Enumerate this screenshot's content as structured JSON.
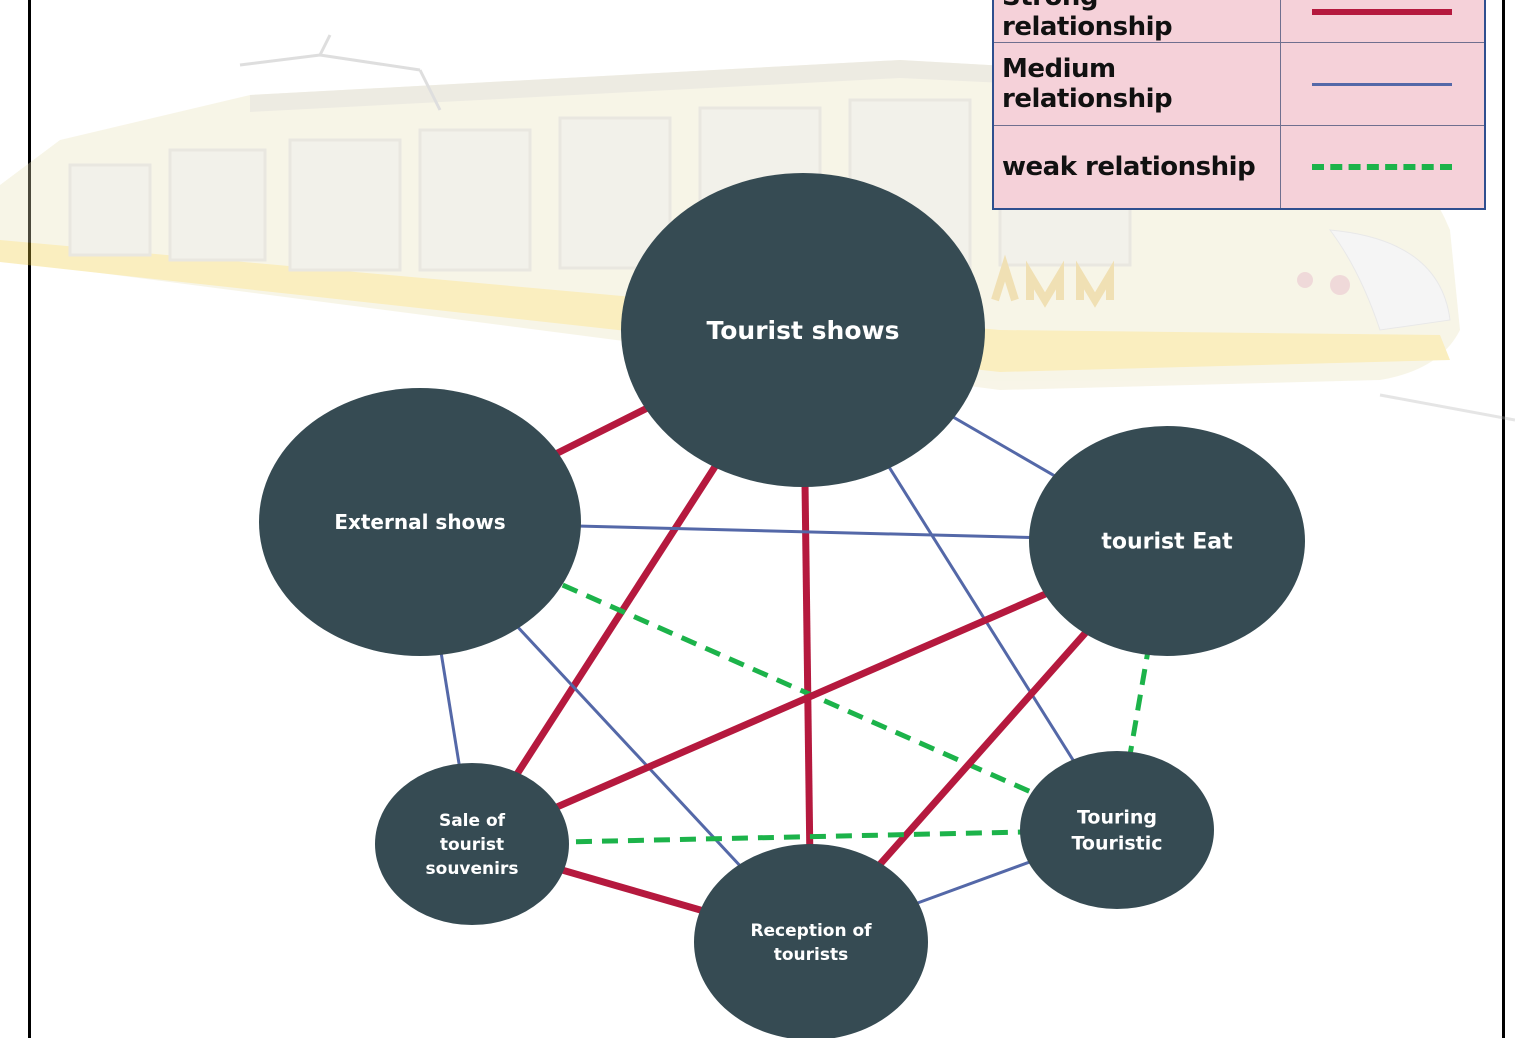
{
  "legend": {
    "rows": [
      {
        "label": "Strong relationship",
        "style": "strong"
      },
      {
        "label": "Medium relationship",
        "style": "medium"
      },
      {
        "label": "weak relationship",
        "style": "weak"
      }
    ]
  },
  "colors": {
    "node_fill": "#364b53",
    "strong": "#b5193e",
    "medium": "#5468a8",
    "weak": "#1cb34a",
    "legend_bg": "#f5d1d9",
    "legend_border": "#2f4f8f"
  },
  "nodes": [
    {
      "id": "tourist-shows",
      "lines": [
        "Tourist shows"
      ]
    },
    {
      "id": "external-shows",
      "lines": [
        "External shows"
      ]
    },
    {
      "id": "tourist-eat",
      "lines": [
        "tourist Eat"
      ]
    },
    {
      "id": "sale-souvenirs",
      "lines": [
        "Sale of",
        "tourist",
        "souvenirs"
      ]
    },
    {
      "id": "reception",
      "lines": [
        "Reception of",
        "tourists"
      ]
    },
    {
      "id": "touring",
      "lines": [
        "Touring",
        "Touristic"
      ]
    }
  ],
  "edges": [
    {
      "from": "tourist-shows",
      "to": "external-shows",
      "strength": "strong"
    },
    {
      "from": "tourist-shows",
      "to": "sale-souvenirs",
      "strength": "strong"
    },
    {
      "from": "tourist-shows",
      "to": "reception",
      "strength": "strong"
    },
    {
      "from": "tourist-shows",
      "to": "tourist-eat",
      "strength": "medium"
    },
    {
      "from": "tourist-shows",
      "to": "touring",
      "strength": "medium"
    },
    {
      "from": "external-shows",
      "to": "tourist-eat",
      "strength": "medium"
    },
    {
      "from": "external-shows",
      "to": "sale-souvenirs",
      "strength": "medium"
    },
    {
      "from": "external-shows",
      "to": "reception",
      "strength": "medium"
    },
    {
      "from": "external-shows",
      "to": "touring",
      "strength": "weak"
    },
    {
      "from": "tourist-eat",
      "to": "sale-souvenirs",
      "strength": "strong"
    },
    {
      "from": "tourist-eat",
      "to": "reception",
      "strength": "strong"
    },
    {
      "from": "tourist-eat",
      "to": "touring",
      "strength": "weak"
    },
    {
      "from": "sale-souvenirs",
      "to": "touring",
      "strength": "weak"
    },
    {
      "from": "sale-souvenirs",
      "to": "reception",
      "strength": "strong"
    },
    {
      "from": "reception",
      "to": "touring",
      "strength": "medium"
    }
  ]
}
